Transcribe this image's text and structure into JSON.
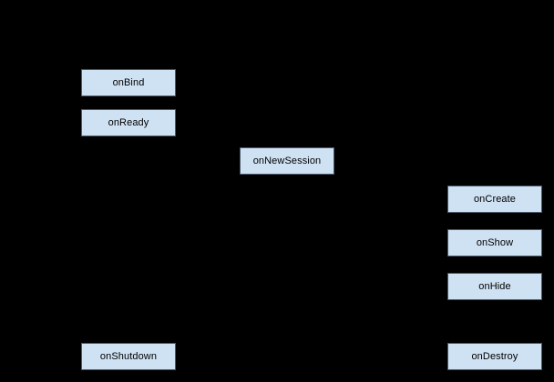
{
  "diagram": {
    "type": "lifecycle-flow-diagram",
    "colors": {
      "background": "#000000",
      "node_fill": "#cfe2f3",
      "node_border": "#4b5a6e",
      "node_text": "#000000"
    },
    "nodes": [
      {
        "id": "onBind",
        "label": "onBind"
      },
      {
        "id": "onReady",
        "label": "onReady"
      },
      {
        "id": "onNewSession",
        "label": "onNewSession"
      },
      {
        "id": "onCreate",
        "label": "onCreate"
      },
      {
        "id": "onShow",
        "label": "onShow"
      },
      {
        "id": "onHide",
        "label": "onHide"
      },
      {
        "id": "onShutdown",
        "label": "onShutdown"
      },
      {
        "id": "onDestroy",
        "label": "onDestroy"
      }
    ]
  }
}
